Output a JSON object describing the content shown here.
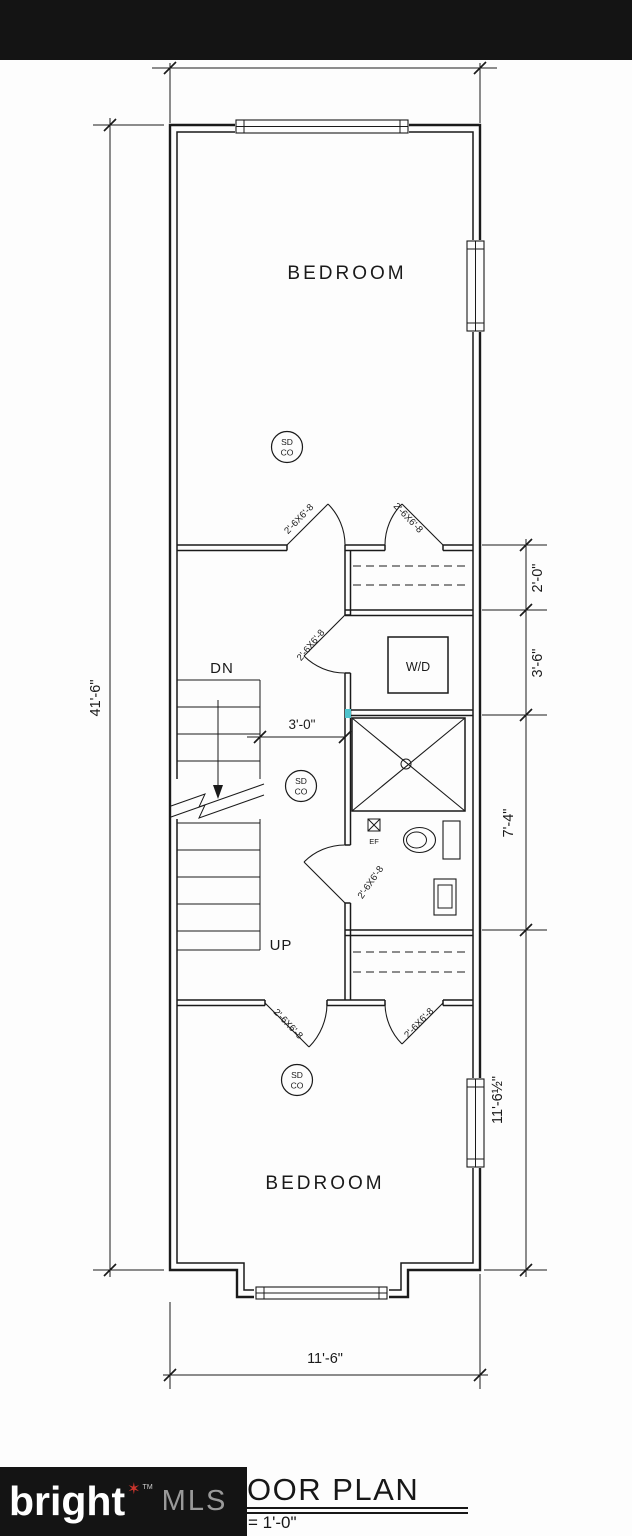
{
  "colors": {
    "line": "#1a1a1a",
    "bar": "#141414",
    "logo_star": "#c9342c",
    "logo_mls": "#9a9a9a",
    "artifact": "#4ec3cc"
  },
  "plan": {
    "labels": {
      "bedroom": "BEDROOM",
      "washer_dryer": "W/D",
      "down": "DN",
      "up": "UP",
      "smoke": "SD",
      "carbon": "CO",
      "exhaust_fan": "EF",
      "door": "2'-6X6'-8"
    },
    "dimensions": {
      "overall_height": "41'-6\"",
      "closet_depth": "2'-0\"",
      "laundry_depth": "3'-6\"",
      "bath_depth": "7'-4\"",
      "bedroom_depth": "11'-6½\"",
      "hall_width": "3'-0\"",
      "overall_width": "11'-6\""
    }
  },
  "title_block": {
    "title": "OOR PLAN",
    "scale": "= 1'-0\""
  },
  "logo": {
    "brand": "bright",
    "star": "✶",
    "tm": "TM",
    "suffix": "MLS"
  }
}
